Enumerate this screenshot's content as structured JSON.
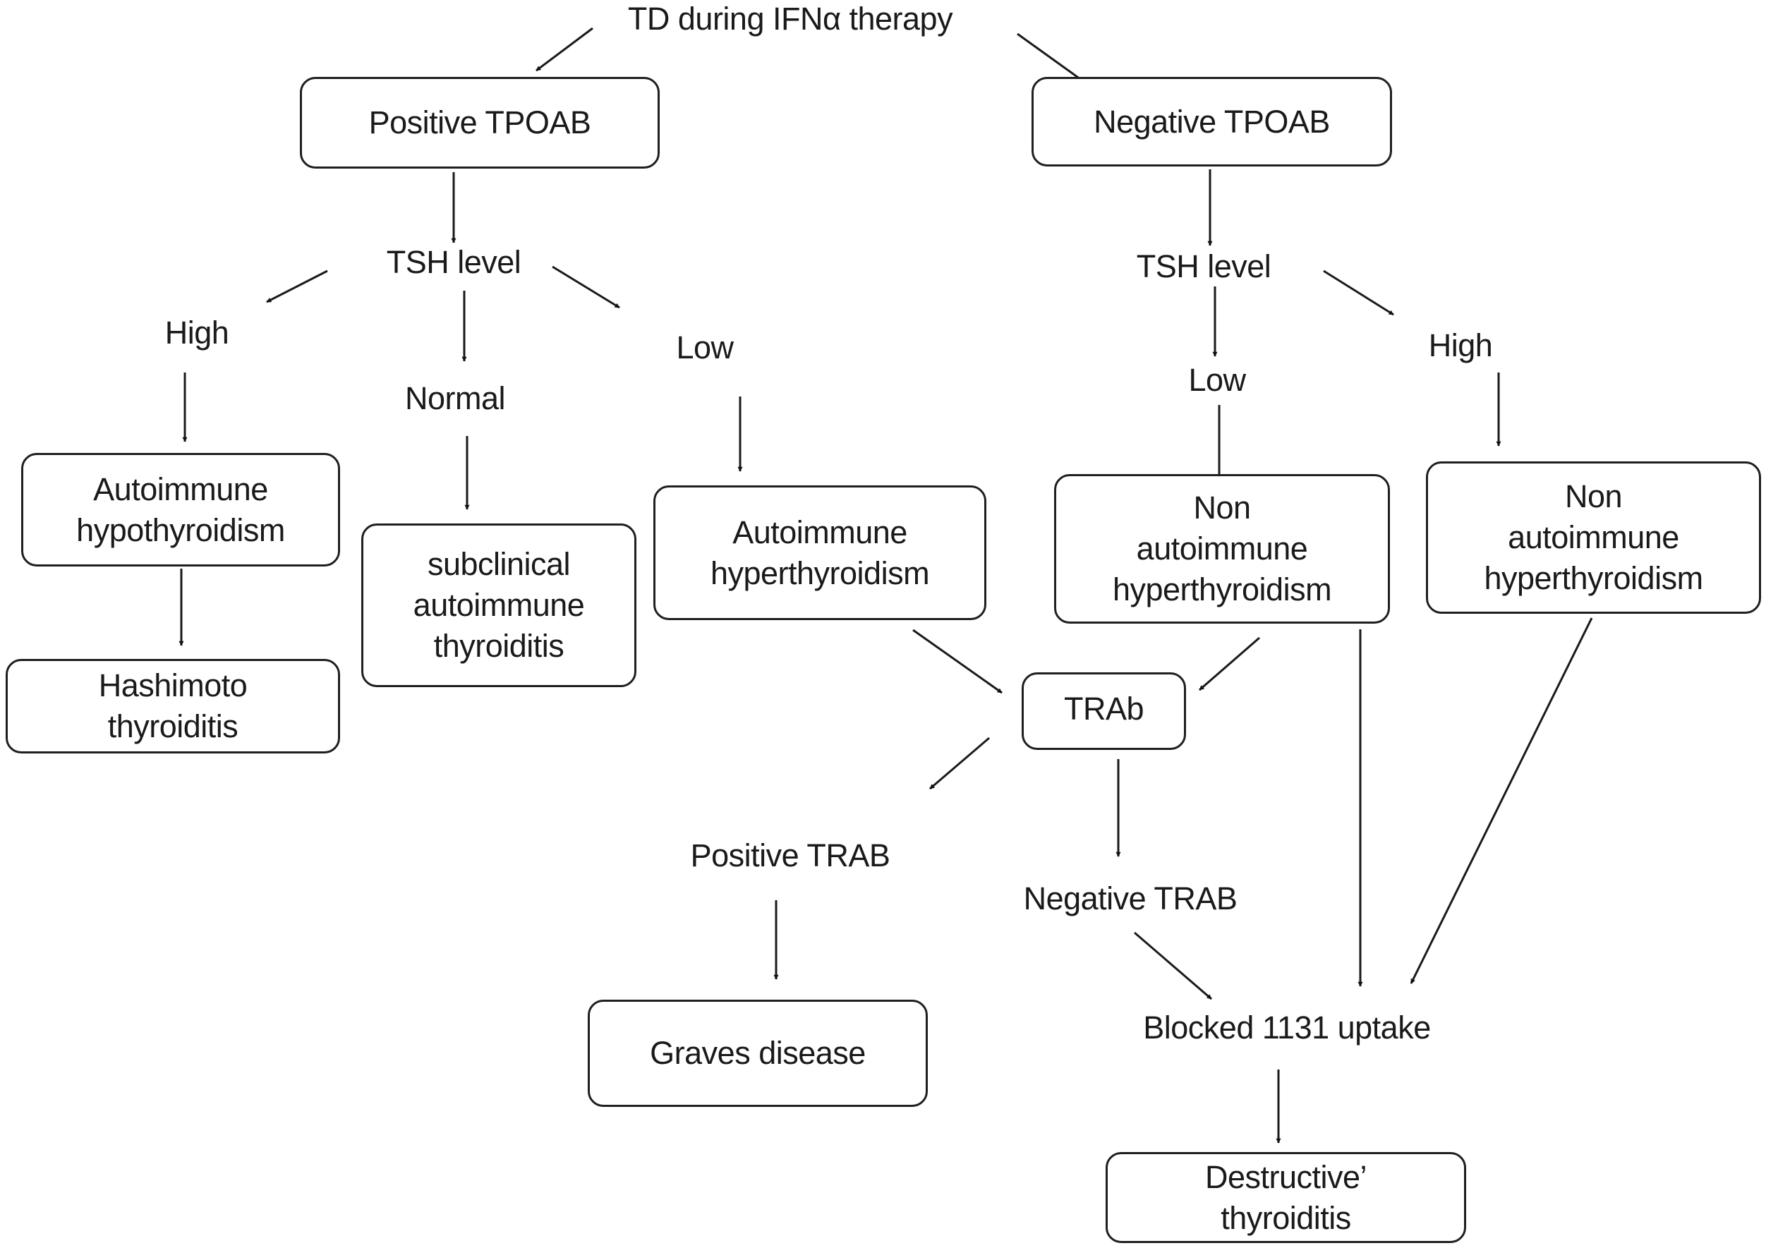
{
  "diagram": {
    "title": "TD during IFNα therapy",
    "nodes": {
      "positive_tpoab": "Positive TPOAB",
      "negative_tpoab": "Negative TPOAB",
      "tsh_level_left": "TSH level",
      "tsh_level_right": "TSH level",
      "high_left": "High",
      "normal": "Normal",
      "low_left": "Low",
      "low_right": "Low",
      "high_right": "High",
      "autoimmune_hypothyroidism": "Autoimmune\nhypothyroidism",
      "hashimoto_thyroiditis": "Hashimoto\nthyroiditis",
      "subclinical_autoimmune_thyroiditis": "subclinical\nautoimmune\nthyroiditis",
      "autoimmune_hyperthyroidism": "Autoimmune\nhyperthyroidism",
      "non_autoimmune_hyperthyroidism_mid": "Non\nautoimmune\nhyperthyroidism",
      "non_autoimmune_hyperthyroidism_right": "Non\nautoimmune\nhyperthyroidism",
      "trab": "TRAb",
      "positive_trab": "Positive TRAB",
      "negative_trab": "Negative TRAB",
      "graves_disease": "Graves disease",
      "blocked_uptake": "Blocked 1131 uptake",
      "destructive_thyroiditis": "Destructive’\nthyroiditis"
    },
    "edges": [
      [
        "title",
        "positive_tpoab"
      ],
      [
        "title",
        "negative_tpoab"
      ],
      [
        "positive_tpoab",
        "tsh_level_left"
      ],
      [
        "tsh_level_left",
        "high_left"
      ],
      [
        "tsh_level_left",
        "normal"
      ],
      [
        "tsh_level_left",
        "low_left"
      ],
      [
        "high_left",
        "autoimmune_hypothyroidism"
      ],
      [
        "autoimmune_hypothyroidism",
        "hashimoto_thyroiditis"
      ],
      [
        "normal",
        "subclinical_autoimmune_thyroiditis"
      ],
      [
        "low_left",
        "autoimmune_hyperthyroidism"
      ],
      [
        "negative_tpoab",
        "tsh_level_right"
      ],
      [
        "tsh_level_right",
        "low_right"
      ],
      [
        "tsh_level_right",
        "high_right"
      ],
      [
        "low_right",
        "non_autoimmune_hyperthyroidism_mid"
      ],
      [
        "high_right",
        "non_autoimmune_hyperthyroidism_right"
      ],
      [
        "autoimmune_hyperthyroidism",
        "trab"
      ],
      [
        "non_autoimmune_hyperthyroidism_mid",
        "trab"
      ],
      [
        "trab",
        "positive_trab"
      ],
      [
        "trab",
        "negative_trab"
      ],
      [
        "positive_trab",
        "graves_disease"
      ],
      [
        "negative_trab",
        "blocked_uptake"
      ],
      [
        "non_autoimmune_hyperthyroidism_mid",
        "blocked_uptake"
      ],
      [
        "non_autoimmune_hyperthyroidism_right",
        "blocked_uptake"
      ],
      [
        "blocked_uptake",
        "destructive_thyroiditis"
      ]
    ]
  }
}
